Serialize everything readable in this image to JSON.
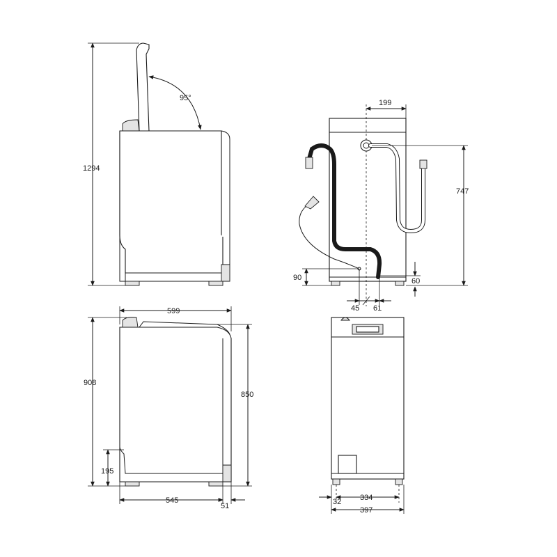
{
  "dimensions": {
    "height_lid_open": "1294",
    "lid_angle": "95°",
    "depth_total": "599",
    "height_total": "908",
    "height_body": "850",
    "base_height": "195",
    "depth_body": "545",
    "rear_offset": "51",
    "inlet_offset_top": "199",
    "inlet_height": "747",
    "drain_height_left": "90",
    "drain_height_right": "60",
    "drain_offset_left": "45",
    "drain_offset_right": "61",
    "foot_offset": "32",
    "foot_spacing": "334",
    "width_total": "397"
  }
}
